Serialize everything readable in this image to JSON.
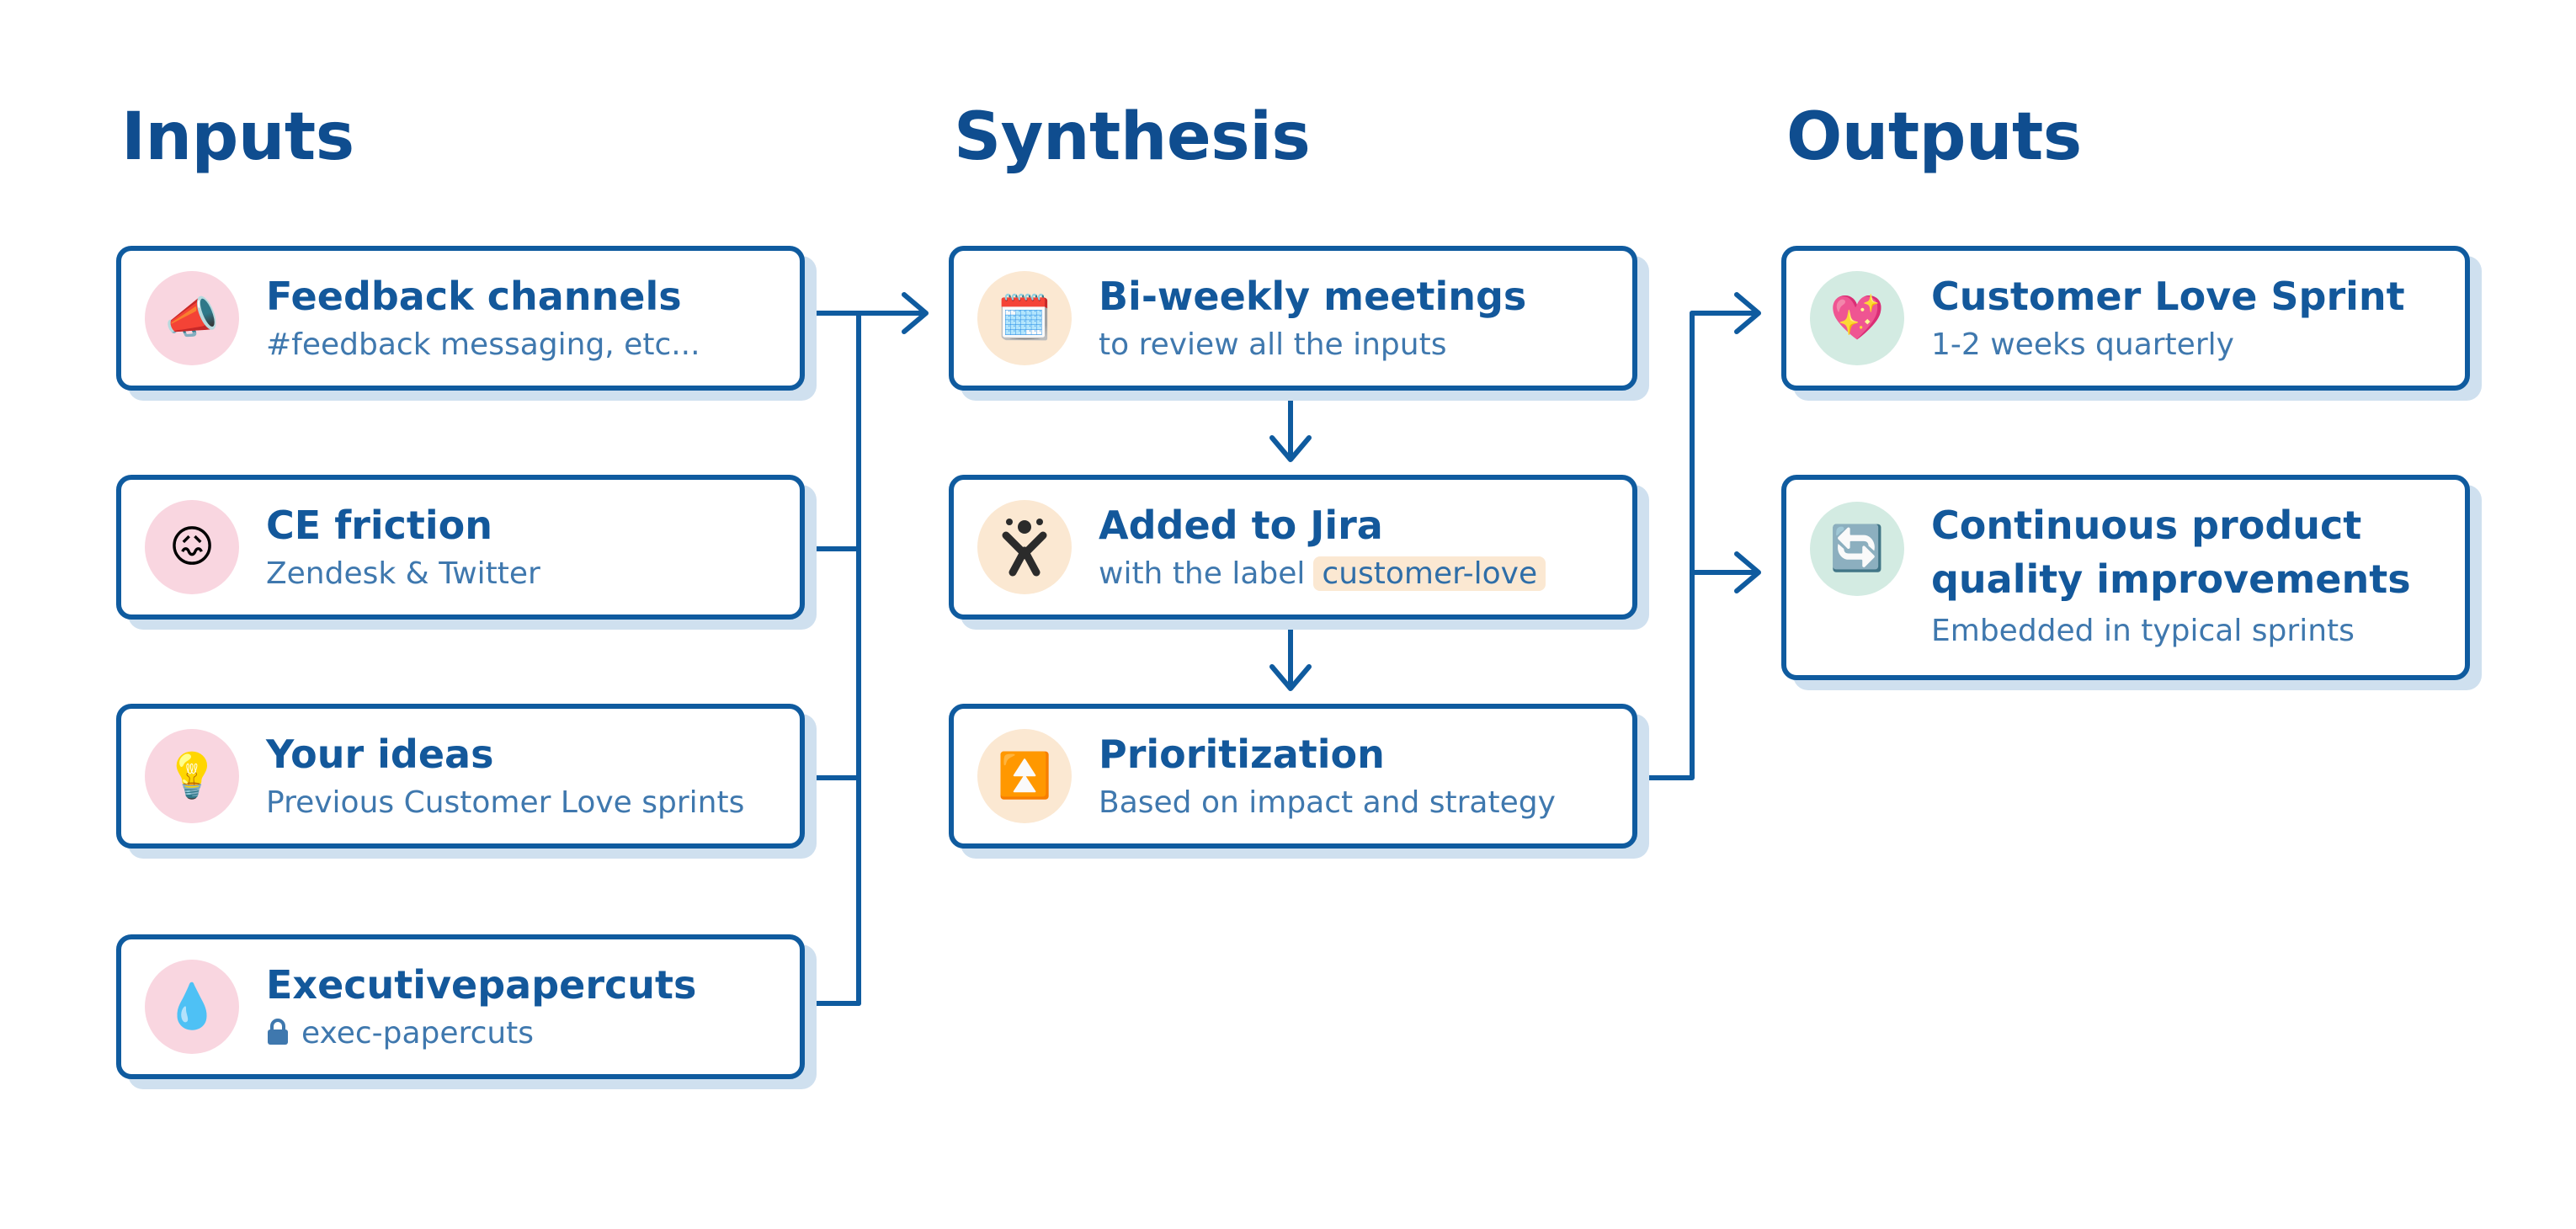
{
  "columns": {
    "inputs": "Inputs",
    "synthesis": "Synthesis",
    "outputs": "Outputs"
  },
  "inputs": [
    {
      "title": "Feedback channels",
      "subtitle": "#feedback messaging, etc...",
      "icon": "megaphone-icon",
      "glyph": "📣"
    },
    {
      "title": "CE friction",
      "subtitle": "Zendesk & Twitter",
      "icon": "confounded-face-icon",
      "glyph": "😖"
    },
    {
      "title": "Your ideas",
      "subtitle": "Previous Customer Love sprints",
      "icon": "lightbulb-icon",
      "glyph": "💡"
    },
    {
      "title": "Executivepapercuts",
      "subtitle": "exec-papercuts",
      "icon": "droplet-icon",
      "glyph": "💧",
      "sub_icon": "lock-icon"
    }
  ],
  "synthesis": [
    {
      "title": "Bi-weekly meetings",
      "subtitle": "to review all the inputs",
      "icon": "spiral-notepad-icon",
      "glyph": "🗓️"
    },
    {
      "title": "Added to Jira",
      "subtitle_prefix": "with the label",
      "tag": "customer-love",
      "icon": "jira-logo-icon",
      "glyph": ""
    },
    {
      "title": "Prioritization",
      "subtitle": "Based on impact and strategy",
      "icon": "double-up-arrow-icon",
      "glyph": "⏫"
    }
  ],
  "outputs": [
    {
      "title": "Customer Love Sprint",
      "subtitle": "1-2 weeks quarterly",
      "icon": "sparkling-heart-icon",
      "glyph": "💖"
    },
    {
      "title": "Continuous product quality improvements",
      "subtitle": "Embedded in typical sprints",
      "icon": "refresh-arrows-icon",
      "glyph": "🔄"
    }
  ],
  "colors": {
    "heading": "#0f4d8f",
    "border": "#0f5b9f",
    "shadow": "#cfe0ef",
    "input_avatar": "#f9d6e0",
    "synthesis_avatar": "#fbe8d2",
    "output_avatar": "#d3ebe2",
    "tag_bg": "#fbe8d2"
  }
}
